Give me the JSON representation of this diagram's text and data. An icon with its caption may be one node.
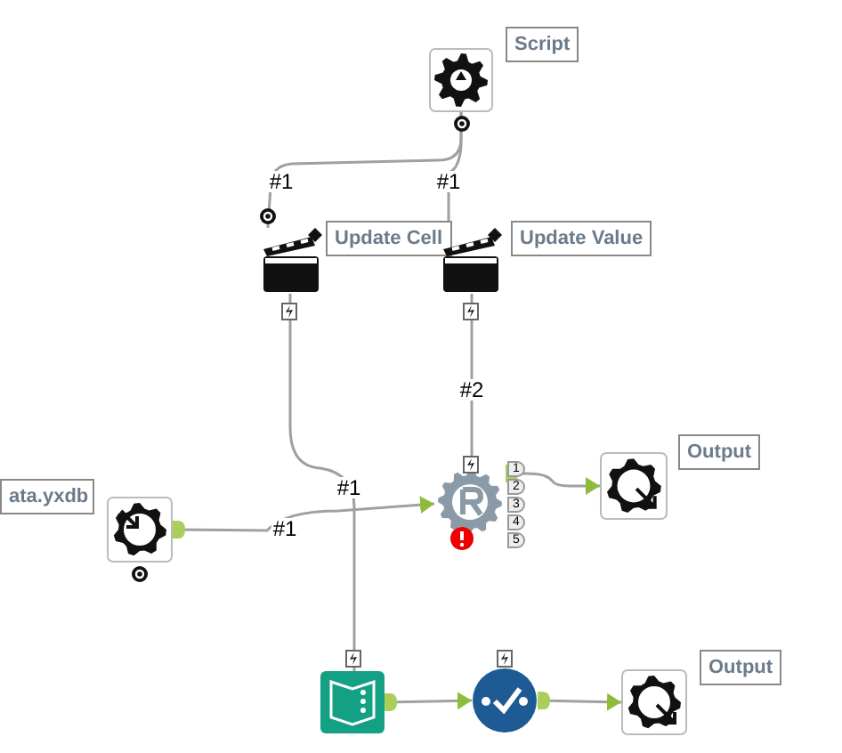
{
  "diagram": {
    "nodes": [
      {
        "text": [],
        "shape": "picture",
        "beside": [
          "Script"
        ]
      },
      {
        "text": [],
        "shape": "picture",
        "beside": [
          "Update Cell"
        ]
      },
      {
        "text": [],
        "shape": "picture",
        "beside": [
          "Update Value"
        ]
      },
      {
        "text": [],
        "shape": "picture",
        "beside": [
          "ata.yxdb"
        ]
      },
      {
        "text": [],
        "shape": "picture",
        "beside": [
          "1",
          "2",
          "3",
          "4",
          "5"
        ]
      },
      {
        "text": [],
        "shape": "picture",
        "beside": [
          "Output"
        ]
      },
      {
        "text": [],
        "shape": "picture"
      },
      {
        "text": [],
        "shape": "circle"
      },
      {
        "text": [],
        "shape": "picture",
        "beside": [
          "Output"
        ]
      }
    ],
    "edges": [
      {
        "from": 0,
        "to": 1,
        "arrow": "none",
        "label": "#1"
      },
      {
        "from": 0,
        "to": 2,
        "arrow": "none",
        "label": "#1"
      },
      {
        "from": 1,
        "to": 6,
        "arrow": "none",
        "label": "#1"
      },
      {
        "from": 2,
        "to": 4,
        "arrow": "none",
        "label": "#2"
      },
      {
        "from": 3,
        "to": 4,
        "arrow": "to",
        "label": "#1"
      },
      {
        "from": 4,
        "to": 5,
        "arrow": "to"
      },
      {
        "from": 6,
        "to": 7,
        "arrow": "to"
      },
      {
        "from": 7,
        "to": 8,
        "arrow": "to"
      }
    ]
  }
}
